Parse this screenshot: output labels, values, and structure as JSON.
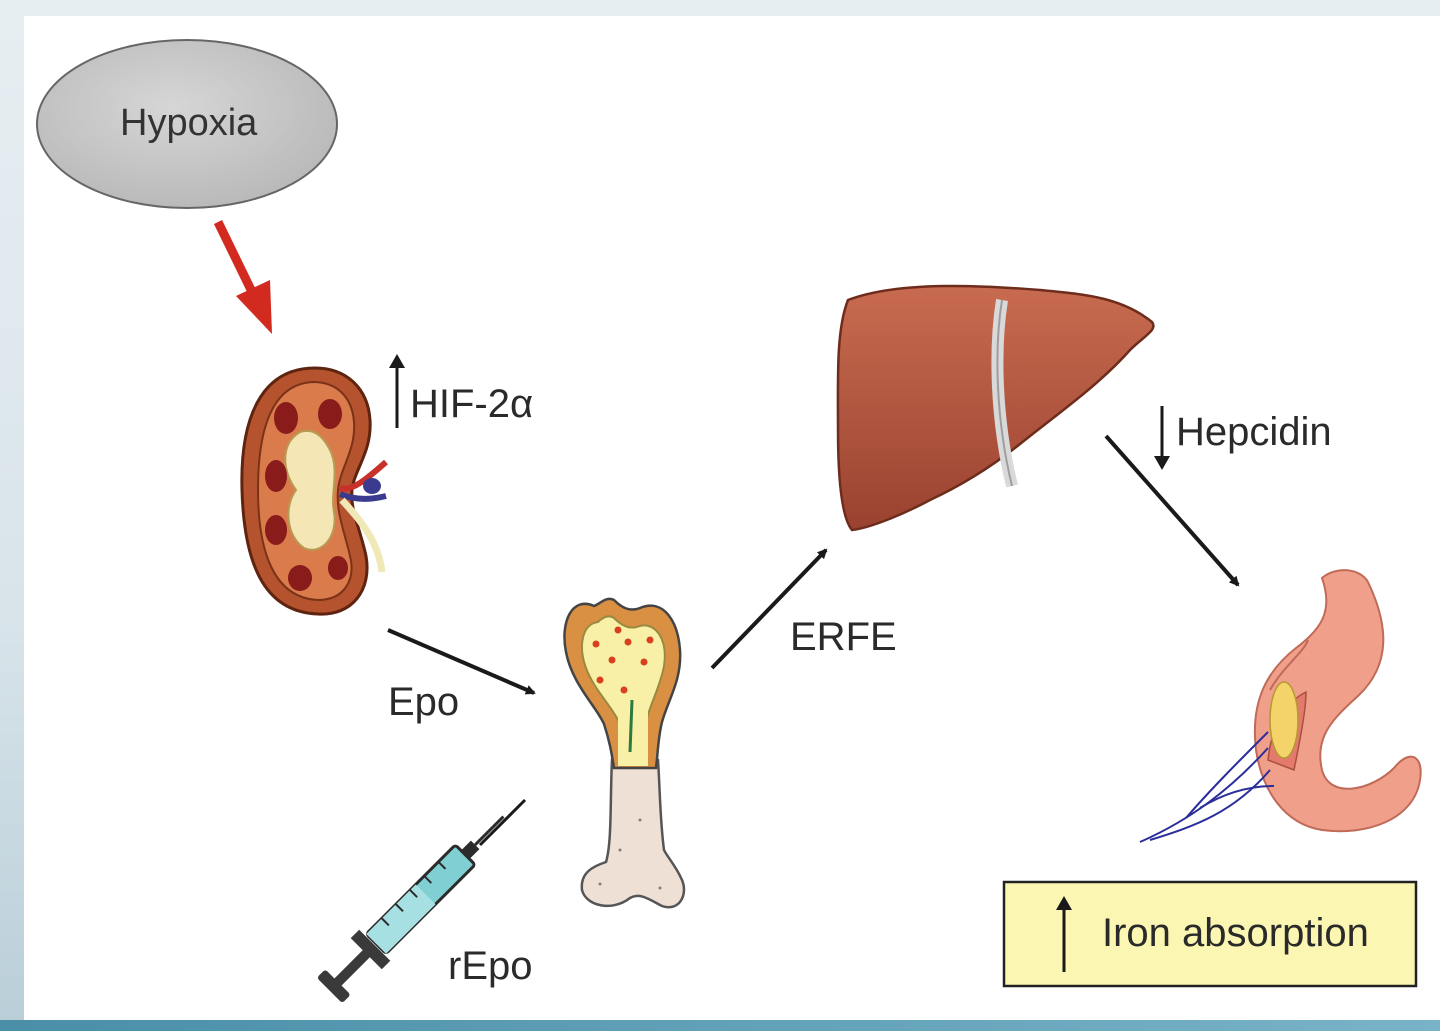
{
  "nodes": {
    "hypoxia": "Hypoxia",
    "hif": "HIF-2α",
    "epo": "Epo",
    "repo": "rEpo",
    "erfe": "ERFE",
    "hepcidin": "Hepcidin",
    "iron_absorption": "Iron absorption"
  },
  "direction_indicators": {
    "hif": "up",
    "hepcidin": "down",
    "iron_absorption": "up"
  },
  "organs": [
    "kidney-icon",
    "bone-icon",
    "liver-icon",
    "intestine-icon",
    "syringe-icon"
  ],
  "colors": {
    "hypoxia_fill": "#c7c7c7",
    "trigger_arrow": "#d32a1f",
    "arrow": "#1a1a1a",
    "iron_box_fill": "#fbf7b2",
    "liver": "#b85a40",
    "kidney": "#b5532e",
    "intestine": "#ef9f8a"
  }
}
